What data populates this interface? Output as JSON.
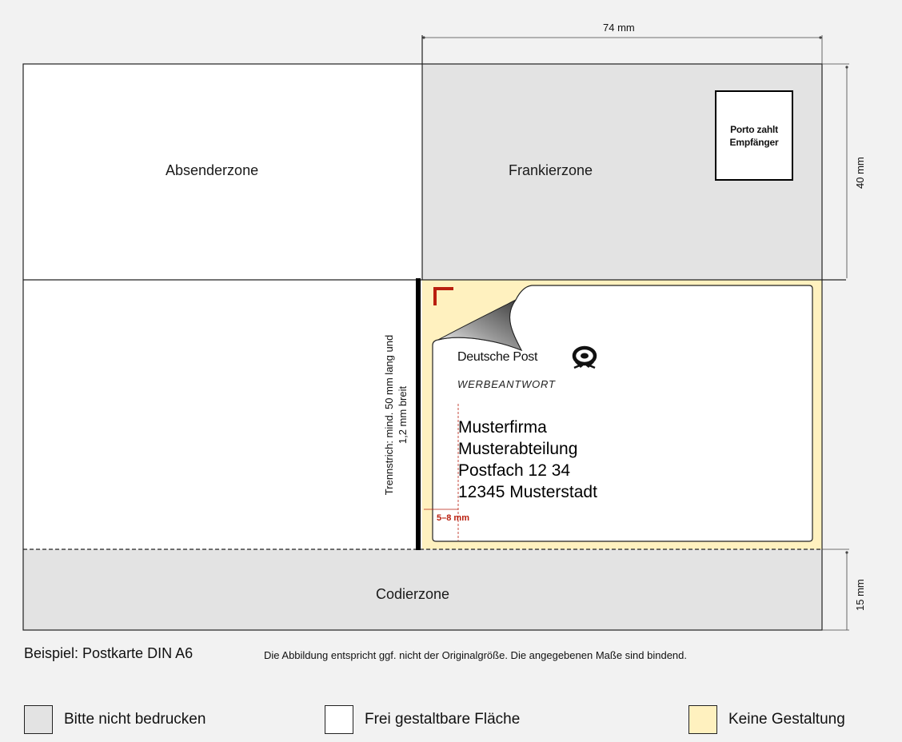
{
  "dimensions": {
    "width_label": "74 mm",
    "height_top_label": "40 mm",
    "height_bottom_label": "15 mm"
  },
  "zones": {
    "sender": "Absenderzone",
    "franking": "Frankierzone",
    "coding": "Codierzone"
  },
  "postage_box": {
    "line1": "Porto zahlt",
    "line2": "Empfänger"
  },
  "separator_note": {
    "line1": "Trennstrich: mind. 50 mm lang und",
    "line2": "1,2 mm breit"
  },
  "reply": {
    "brand": "Deutsche Post",
    "type": "WERBEANTWORT",
    "address": [
      "Musterfirma",
      "Musterabteilung",
      "Postfach 12 34",
      "12345 Musterstadt"
    ],
    "margin_label": "5–8 mm"
  },
  "captions": {
    "example": "Beispiel: Postkarte DIN A6",
    "disclaimer": "Die Abbildung entspricht ggf. nicht der Originalgröße. Die angegebenen Maße sind bindend."
  },
  "legend": [
    {
      "label": "Bitte nicht bedrucken",
      "color": "#e3e3e3"
    },
    {
      "label": "Frei gestaltbare Fläche",
      "color": "#ffffff"
    },
    {
      "label": "Keine Gestaltung",
      "color": "#fff1bf"
    }
  ],
  "colors": {
    "background": "#f2f2f2",
    "grey_zone": "#e3e3e3",
    "yellow_zone": "#fff1bf",
    "accent_red": "#b91f0f"
  }
}
